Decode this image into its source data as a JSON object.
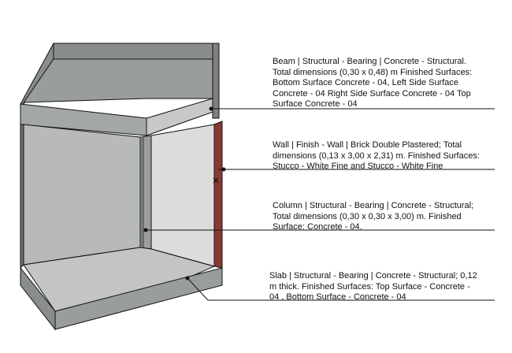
{
  "annotations": {
    "beam": "Beam | Structural - Bearing | Concrete - Structural.\nTotal dimensions (0,30 x 0,48) m Finished Surfaces:\nBottom Surface Concrete - 04, Left Side Surface\nConcrete - 04 Right Side Surface Concrete - 04 Top\nSurface Concrete - 04",
    "wall": "Wall | Finish - Wall | Brick Double Plastered;  Total\ndimensions (0,13 x 3,00 x 2,31) m. Finished Surfaces:\nStucco - White Fine and Stucco - White Fine",
    "column": "Column | Structural - Bearing | Concrete - Structural;\nTotal dimensions (0,30 x 0,30 x 3,00) m. Finished\nSurface: Concrete - 04.",
    "slab": "Slab | Structural - Bearing | Concrete - Structural; 0,12\nm thick. Finished Surfaces: Top Surface - Concrete -\n04 , Bottom Surface - Concrete - 04"
  },
  "colors": {
    "concrete_dark": "#8a8e8b",
    "concrete_mid": "#a4a8a5",
    "concrete_light": "#c6c9c5",
    "wall_light": "#dcdcda",
    "brick": "#8b3a32",
    "outline": "#111111"
  }
}
